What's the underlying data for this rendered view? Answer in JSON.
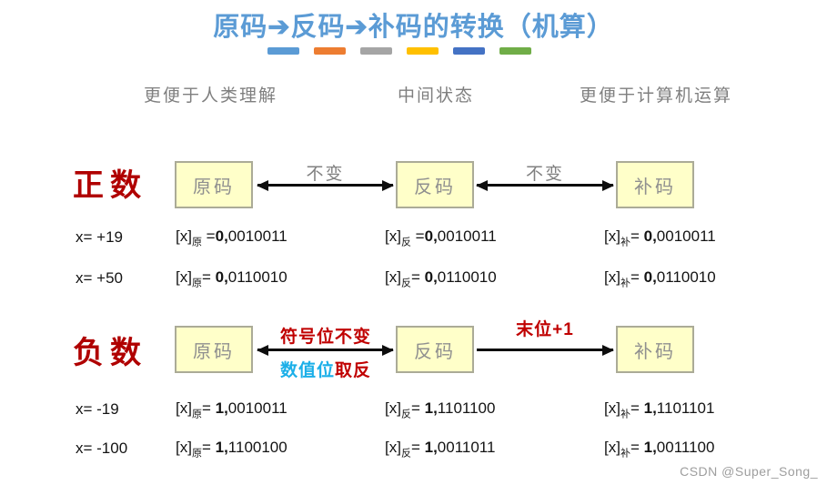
{
  "title": "原码➔反码➔补码的转换（机算）",
  "accent_bars": [
    "#5B9BD5",
    "#ED7D31",
    "#A5A5A5",
    "#FFC000",
    "#4472C4",
    "#70AD47"
  ],
  "headers": {
    "human": "更便于人类理解",
    "middle": "中间状态",
    "computer": "更便于计算机运算"
  },
  "shared": {
    "x_bracket": "[x]"
  },
  "positive": {
    "label": "正数",
    "boxes": {
      "yuan": "原码",
      "fan": "反码",
      "bu": "补码"
    },
    "arrow1_label": "不变",
    "arrow2_label": "不变",
    "rows": [
      {
        "x": "x= +19",
        "yuan": {
          "sub": "原",
          "eq": " =",
          "sign": "0,",
          "bits": "0010011"
        },
        "fan": {
          "sub": "反",
          "eq": " =",
          "sign": "0,",
          "bits": "0010011"
        },
        "bu": {
          "sub": "补",
          "eq": "= ",
          "sign": "0,",
          "bits": "0010011"
        }
      },
      {
        "x": "x= +50",
        "yuan": {
          "sub": "原",
          "eq": "= ",
          "sign": "0,",
          "bits": "0110010"
        },
        "fan": {
          "sub": "反",
          "eq": "= ",
          "sign": "0,",
          "bits": "0110010"
        },
        "bu": {
          "sub": "补",
          "eq": "= ",
          "sign": "0,",
          "bits": "0110010"
        }
      }
    ]
  },
  "negative": {
    "label": "负数",
    "boxes": {
      "yuan": "原码",
      "fan": "反码",
      "bu": "补码"
    },
    "arrow1_label_top": "符号位不变",
    "arrow1_label_bottom_cyan": "数值位",
    "arrow1_label_bottom_red": "取反",
    "arrow2_label": "末位+1",
    "rows": [
      {
        "x": "x= -19",
        "yuan": {
          "sub": "原",
          "eq": "= ",
          "sign": "1,",
          "bits": "0010011"
        },
        "fan": {
          "sub": "反",
          "eq": "= ",
          "sign": "1,",
          "bits": "1101100"
        },
        "bu": {
          "sub": "补",
          "eq": "= ",
          "sign": "1,",
          "bits": "1101101"
        }
      },
      {
        "x": "x= -100",
        "yuan": {
          "sub": "原",
          "eq": "= ",
          "sign": "1,",
          "bits": "1100100"
        },
        "fan": {
          "sub": "反",
          "eq": "= ",
          "sign": "1,",
          "bits": "0011011"
        },
        "bu": {
          "sub": "补",
          "eq": "= ",
          "sign": "1,",
          "bits": "0011100"
        }
      }
    ]
  },
  "watermark": "CSDN @Super_Song_",
  "colors": {
    "title_blue": "#5B9BD5",
    "dark_red": "#C00000",
    "section_red": "#B00000",
    "cyan": "#1BAFE8",
    "gray_text": "#808080",
    "box_fill": "#FFFFC9",
    "box_border": "#ABAB97"
  }
}
